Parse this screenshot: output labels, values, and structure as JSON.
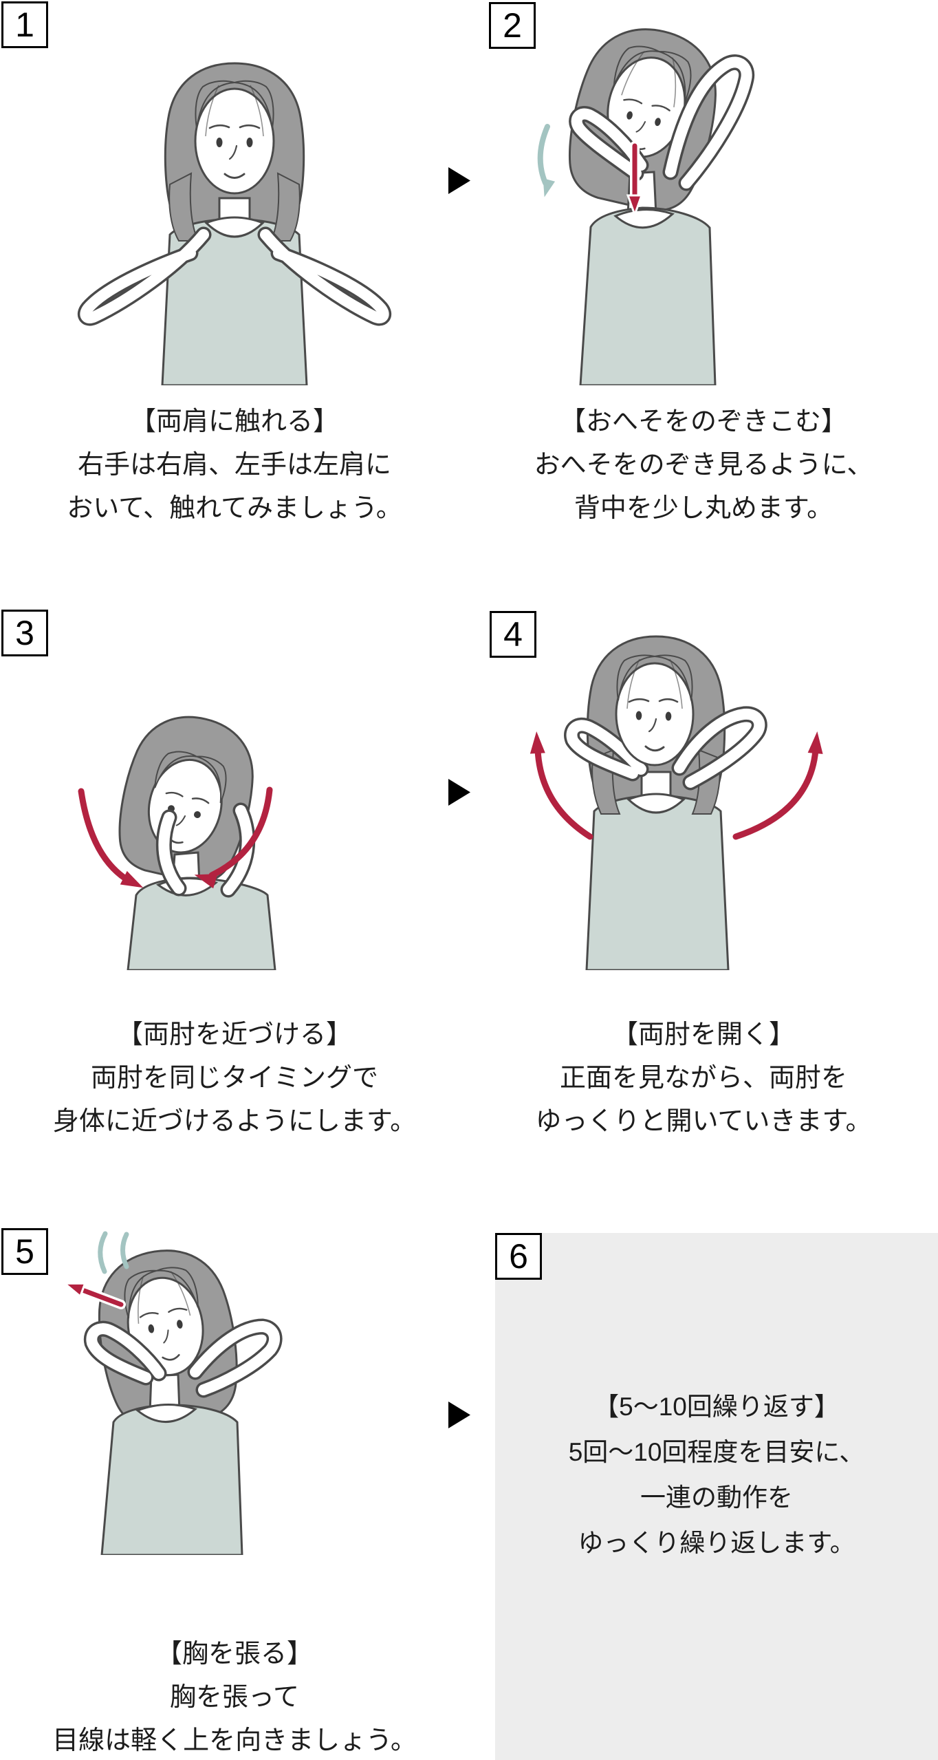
{
  "colors": {
    "outline": "#4a4a4a",
    "hair": "#9b9b9b",
    "top": "#ccd8d4",
    "arrow_red": "#b32240",
    "arrow_teal": "#a3c4c1",
    "box_bg": "#ededed",
    "text": "#1c1c1c",
    "page_bg": "#ffffff",
    "flow_arrow": "#000000",
    "badge_border": "#000000"
  },
  "icons": {
    "next_step_arrow": "▶"
  },
  "steps": [
    {
      "number": "1",
      "figure": "woman-touching-both-shoulders",
      "title": "【両肩に触れる】",
      "lines": [
        "右手は右肩、左手は左肩に",
        "おいて、触れてみましょう。"
      ]
    },
    {
      "number": "2",
      "figure": "woman-looking-down-at-navel",
      "title": "【おへそをのぞきこむ】",
      "lines": [
        "おへそをのぞき見るように、",
        "背中を少し丸めます。"
      ]
    },
    {
      "number": "3",
      "figure": "woman-bringing-elbows-together",
      "title": "【両肘を近づける】",
      "lines": [
        "両肘を同じタイミングで",
        "身体に近づけるようにします。"
      ]
    },
    {
      "number": "4",
      "figure": "woman-opening-elbows",
      "title": "【両肘を開く】",
      "lines": [
        "正面を見ながら、両肘を",
        "ゆっくりと開いていきます。"
      ]
    },
    {
      "number": "5",
      "figure": "woman-chest-out-looking-up",
      "title": "【胸を張る】",
      "lines": [
        "胸を張って",
        "目線は軽く上を向きましょう。"
      ]
    },
    {
      "number": "6",
      "figure": "none",
      "title": "【5〜10回繰り返す】",
      "lines": [
        "5回〜10回程度を目安に、",
        "一連の動作を",
        "ゆっくり繰り返します。"
      ]
    }
  ]
}
